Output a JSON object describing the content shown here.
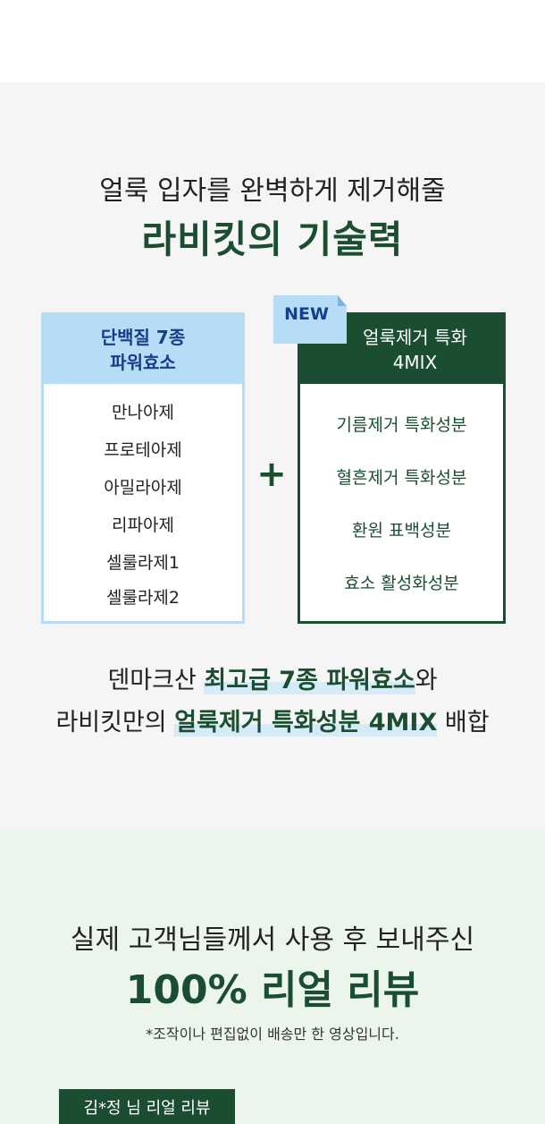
{
  "section1": {
    "subtitle": "얼룩 입자를 완벽하게 제거해줄",
    "title": "라비킷의 기술력",
    "left_box": {
      "header_line1": "단백질 7종",
      "header_line2": "파워효소",
      "items": [
        "만나아제",
        "프로테아제",
        "아밀라아제",
        "리파아제",
        "셀룰라제1",
        "셀룰라제2"
      ]
    },
    "plus": "+",
    "right_box": {
      "badge": "NEW",
      "header_line1": "얼룩제거 특화",
      "header_line2": "4MIX",
      "items": [
        "기름제거 특화성분",
        "혈흔제거 특화성분",
        "환원 표백성분",
        "효소 활성화성분"
      ]
    },
    "desc_line1": {
      "pre": "덴마크산 ",
      "highlight": "최고급 7종 파워효소",
      "post": "와"
    },
    "desc_line2": {
      "pre": "라비킷만의 ",
      "highlight": "얼룩제거 특화성분 4MIX",
      "post": " 배합"
    }
  },
  "section2": {
    "subtitle": "실제 고객님들께서 사용 후 보내주신",
    "title": "100% 리얼 리뷰",
    "note": "*조작이나 편집없이 배송만 한 영상입니다.",
    "review_tag": "김*정 님 리얼 리뷰"
  },
  "colors": {
    "dark_green": "#1b4e31",
    "light_blue": "#b6dcf6",
    "navy": "#173e8a",
    "section1_bg": "#f5f5f5",
    "section2_bg": "#ecf5ec"
  }
}
